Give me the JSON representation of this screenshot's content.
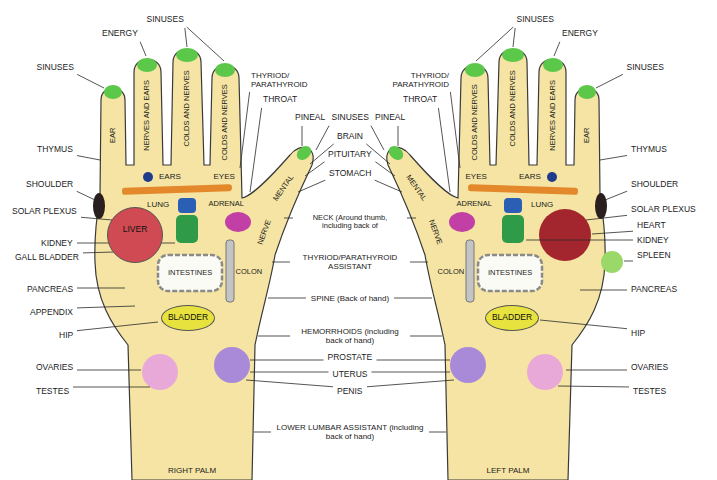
{
  "diagram": {
    "nodes": [
      {
        "text": [
          "LIVER"
        ]
      },
      {
        "text": [
          "BLADDER"
        ]
      },
      {
        "text": [
          "BLADDER"
        ]
      }
    ],
    "labels": [
      "SINUSES",
      "ENERGY",
      "SINUSES",
      "THYMUS",
      "SHOULDER",
      "SOLAR PLEXUS",
      "KIDNEY",
      "GALL BLADDER",
      "PANCREAS",
      "APPENDIX",
      "HIP",
      "OVARIES",
      "TESTES",
      "THYRIOD/ PARATHYROID",
      "THROAT",
      "PINEAL",
      "SINUSES",
      "BRAIN",
      "PITUITARY",
      "STOMACH",
      "NECK (Around thumb, including back of",
      "THYRIOD/PARATHYROID ASSISTANT",
      "SPINE (Back of hand)",
      "HEMORRHOIDS (including back of hand)",
      "PROSTATE",
      "UTERUS",
      "PENIS",
      "LOWER LUMBAR ASSISTANT (including back of hand)",
      "THYRIOD/ PARATHYROID",
      "THROAT",
      "PINEAL",
      "SINUSES",
      "ENERGY",
      "SINUSES",
      "THYMUS",
      "SHOULDER",
      "SOLAR PLEXUS",
      "HEART",
      "KIDNEY",
      "SPLEEN",
      "PANCREAS",
      "HIP",
      "OVARIES",
      "TESTES",
      "RIGHT PALM",
      "LEFT PALM",
      "EAR",
      "NERVES AND EARS",
      "COLDS AND NERVES",
      "COLDS AND NERVES",
      "EARS",
      "EYES",
      "LUNG",
      "ADRENAL",
      "MENTAL",
      "NERVE",
      "COLON",
      "INTESTINES",
      "COLDS AND NERVES",
      "COLDS AND NERVES",
      "NERVES AND EARS",
      "EAR",
      "EYES",
      "EARS",
      "ADRENAL",
      "MENTAL",
      "NERVE",
      "LUNG",
      "COLON",
      "INTESTINES"
    ]
  }
}
